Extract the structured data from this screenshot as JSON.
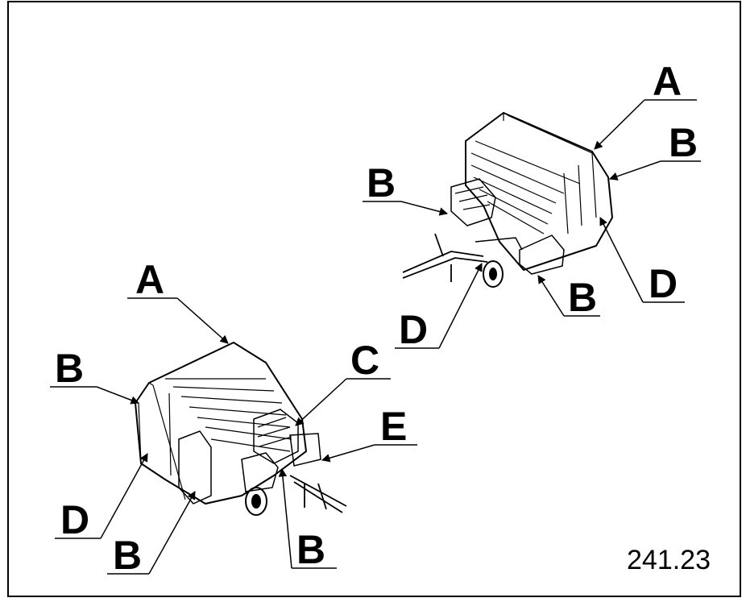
{
  "figure": {
    "number": "241.23",
    "callouts": {
      "a_top": "A",
      "b_top_right": "B",
      "b_top_left": "B",
      "d_top_right": "D",
      "b_top_bottom": "B",
      "d_top_bottom": "D",
      "a_bottom": "A",
      "b_bottom_left": "B",
      "c_bottom": "C",
      "e_bottom": "E",
      "d_bottom": "D",
      "b_bottom_low": "B",
      "b_bottom_mid": "B"
    }
  }
}
